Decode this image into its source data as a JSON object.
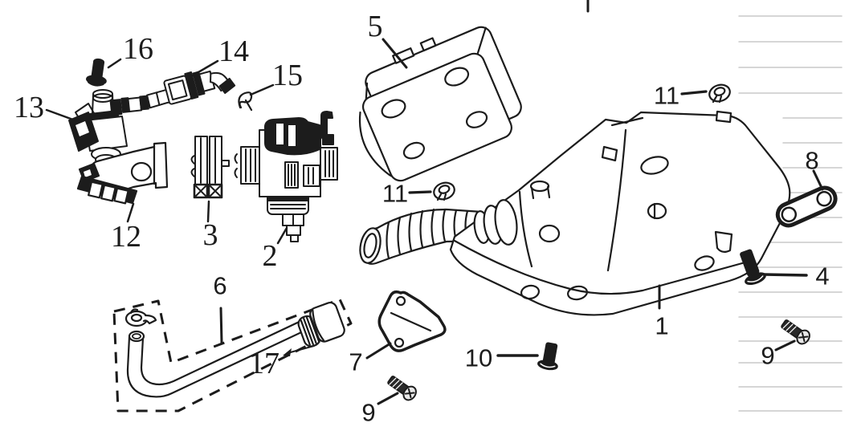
{
  "diagram": {
    "background": "#ffffff",
    "ink_color": "#1c1c1c",
    "ruled_line_color": "#c9c9c9"
  },
  "callouts": {
    "c1": "1",
    "c2": "2",
    "c3": "3",
    "c4": "4",
    "c5": "5",
    "c6": "6",
    "c7": "7",
    "c8": "8",
    "c9a": "9",
    "c9b": "9",
    "c10": "10",
    "c11a": "11",
    "c11b": "11",
    "c12": "12",
    "c13": "13",
    "c14": "14",
    "c15": "15",
    "c16": "16",
    "c17": "17"
  }
}
